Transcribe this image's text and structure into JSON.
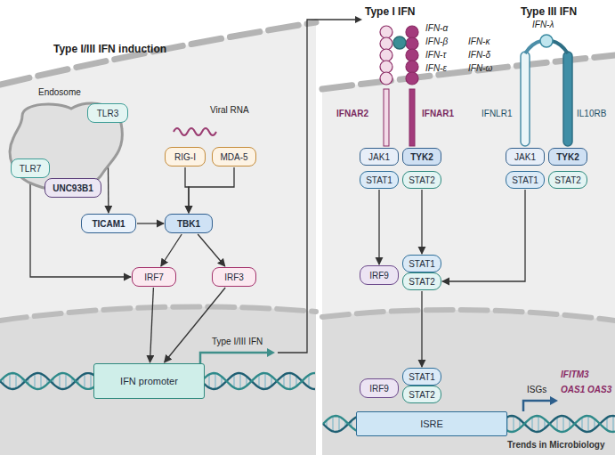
{
  "diagram": {
    "nodes": [
      {
        "text": [
          "Endosome"
        ]
      },
      {
        "text": [
          "TLR3"
        ],
        "in": 0
      },
      {
        "text": [
          "TLR7"
        ],
        "in": 0
      },
      {
        "text": [
          "UNC93B1"
        ],
        "in": 0
      },
      {
        "text": [
          "RIG-I"
        ]
      },
      {
        "text": [
          "MDA-5"
        ]
      },
      {
        "text": [
          "TICAM1"
        ]
      },
      {
        "text": [
          "TBK1"
        ]
      },
      {
        "text": [
          "IRF7"
        ]
      },
      {
        "text": [
          "IRF3"
        ]
      },
      {
        "text": [
          "IFN promoter"
        ]
      },
      {
        "text": [
          "JAK1"
        ]
      },
      {
        "text": [
          "TYK2"
        ]
      },
      {
        "text": [
          "STAT1"
        ]
      },
      {
        "text": [
          "STAT2"
        ]
      },
      {
        "text": [
          "JAK1"
        ]
      },
      {
        "text": [
          "TYK2"
        ]
      },
      {
        "text": [
          "STAT1"
        ]
      },
      {
        "text": [
          "STAT2"
        ]
      },
      {
        "text": [
          "IRF9"
        ]
      },
      {
        "text": [
          "STAT1"
        ]
      },
      {
        "text": [
          "STAT2"
        ]
      },
      {
        "text": [
          "IRF9"
        ]
      },
      {
        "text": [
          "STAT1"
        ]
      },
      {
        "text": [
          "STAT2"
        ]
      },
      {
        "text": [
          "ISRE"
        ]
      }
    ],
    "edges": [
      {
        "from": 1,
        "to": 6,
        "arrow": "to"
      },
      {
        "from": 6,
        "to": 7,
        "arrow": "to"
      },
      {
        "from": 4,
        "to": 7,
        "arrow": "to"
      },
      {
        "from": 5,
        "to": 7,
        "arrow": "to"
      },
      {
        "from": 7,
        "to": 8,
        "arrow": "to"
      },
      {
        "from": 7,
        "to": 9,
        "arrow": "to"
      },
      {
        "from": 2,
        "to": 8,
        "arrow": "to"
      },
      {
        "from": 8,
        "to": 10,
        "arrow": "to"
      },
      {
        "from": 9,
        "to": 10,
        "arrow": "to"
      },
      {
        "from": 13,
        "to": 19,
        "arrow": "to"
      },
      {
        "from": 14,
        "to": 20,
        "arrow": "to"
      },
      {
        "from": 17,
        "to": 21,
        "arrow": "to"
      },
      {
        "from": 21,
        "to": 23,
        "arrow": "to"
      }
    ],
    "labels": [
      "Type I/III IFN induction",
      "Viral RNA",
      "Type I/III IFN",
      "Type I IFN",
      "Type III IFN",
      "IFN-α",
      "IFN-β",
      "IFN-τ",
      "IFN-ε",
      "IFN-κ",
      "IFN-δ",
      "IFN-ω",
      "IFNAR2",
      "IFNAR1",
      "IFN-λ",
      "IFNLR1",
      "IL10RB",
      "ISGs",
      "IFITM3",
      "OAS1",
      "OAS3",
      "Trends in Microbiology"
    ]
  }
}
